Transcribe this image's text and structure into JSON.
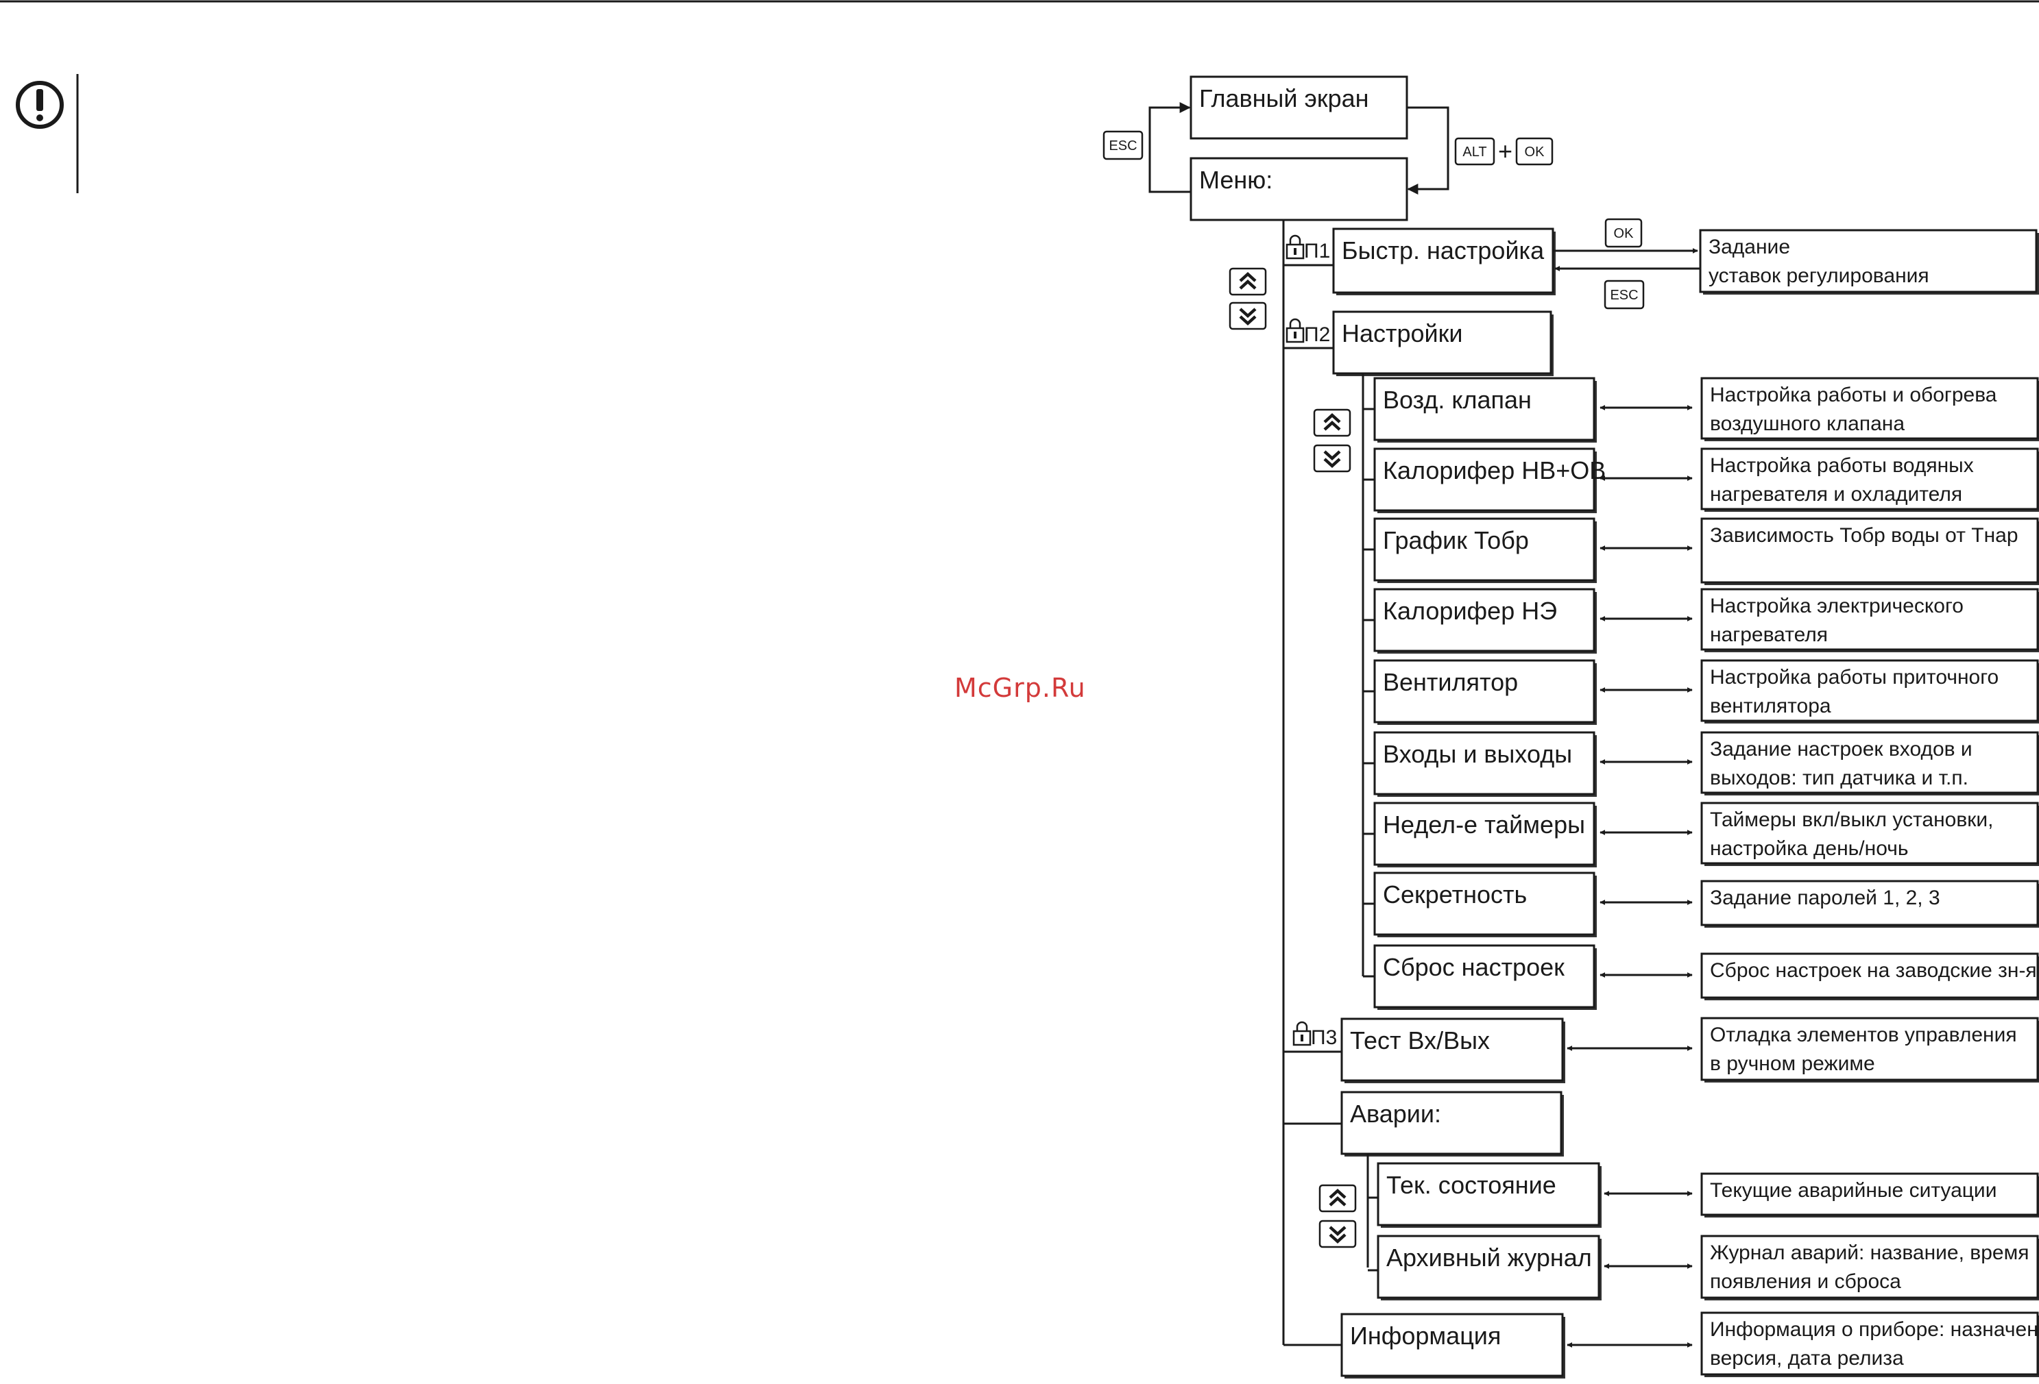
{
  "watermark": "McGrp.Ru",
  "keys": {
    "esc": "ESC",
    "ok": "OK",
    "alt": "ALT",
    "plus": "+"
  },
  "main_screen": "Главный экран",
  "menu": "Меню:",
  "p1": {
    "tag": "П1",
    "label": "Быстр. настройка",
    "desc": [
      "Задание",
      "уставок регулирования"
    ]
  },
  "p2": {
    "tag": "П2",
    "label": "Настройки"
  },
  "settings": [
    {
      "label": "Возд. клапан",
      "desc": [
        "Настройка работы и обогрева",
        "воздушного клапана"
      ]
    },
    {
      "label": "Калорифер НВ+ОВ",
      "desc": [
        "Настройка работы водяных",
        "нагревателя и охладителя"
      ]
    },
    {
      "label": "График Тобр",
      "desc": [
        "Зависимость Тобр воды от Тнар"
      ]
    },
    {
      "label": "Калорифер НЭ",
      "desc": [
        "Настройка электрического",
        "нагревателя"
      ]
    },
    {
      "label": "Вентилятор",
      "desc": [
        "Настройка работы приточного",
        "вентилятора"
      ]
    },
    {
      "label": "Входы и выходы",
      "desc": [
        "Задание настроек входов и",
        "выходов: тип датчика и т.п."
      ]
    },
    {
      "label": "Недел-е таймеры",
      "desc": [
        "Таймеры вкл/выкл установки,",
        "настройка день/ночь"
      ]
    },
    {
      "label": "Секретность",
      "desc": [
        "Задание паролей 1, 2, 3"
      ]
    },
    {
      "label": "Сброс настроек",
      "desc": [
        "Сброс настроек на заводские зн-я"
      ]
    }
  ],
  "p3": {
    "tag": "П3",
    "label": "Тест Вх/Вых",
    "desc": [
      "Отладка элементов управления",
      "в ручном режиме"
    ]
  },
  "alarms": {
    "label": "Аварии:"
  },
  "alarm_items": [
    {
      "label": "Тек. состояние",
      "desc": [
        "Текущие аварийные ситуации"
      ]
    },
    {
      "label": "Архивный журнал",
      "desc": [
        "Журнал аварий: название, время",
        "появления и сброса"
      ]
    }
  ],
  "info": {
    "label": "Информация",
    "desc": [
      "Информация о приборе: назначение,",
      "версия, дата релиза"
    ]
  }
}
